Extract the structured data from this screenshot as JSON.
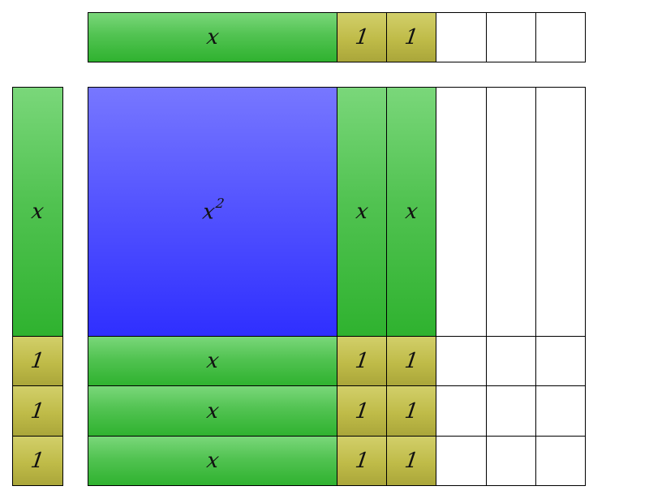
{
  "labels": {
    "x": "x",
    "one": "1",
    "square_base": "x",
    "square_exp": "2"
  },
  "colors": {
    "x_tile": "#52c352",
    "unit_tile": "#bfbb48",
    "x2_tile": "#5252ff",
    "empty_cell": "#ffffff",
    "border": "#000000"
  }
}
